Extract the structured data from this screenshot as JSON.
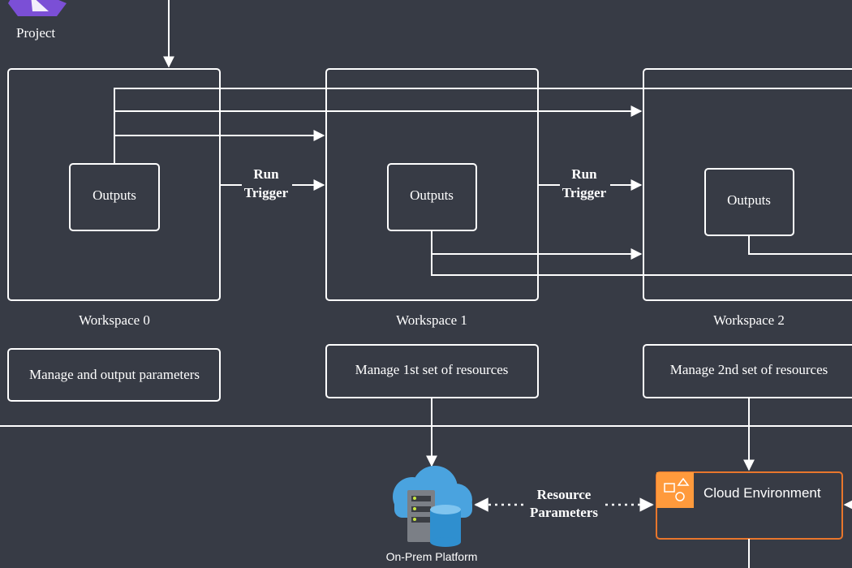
{
  "colors": {
    "background": "#373b45",
    "line": "#ffffff",
    "cloud_env_border": "#e8762c",
    "cloud_icon_fill": "#ff9a3c",
    "project_icon": "#7b4fd6",
    "server_blue": "#4aa3df",
    "server_gray": "#7b7f86"
  },
  "project": {
    "label": "Project",
    "icon": "hexagon-logo-icon"
  },
  "workspaces": [
    {
      "name": "Workspace 0",
      "outputs_label": "Outputs",
      "description": "Manage and output parameters"
    },
    {
      "name": "Workspace 1",
      "outputs_label": "Outputs",
      "description": "Manage 1st set of resources"
    },
    {
      "name": "Workspace 2",
      "outputs_label": "Outputs",
      "description": "Manage 2nd set of resources"
    }
  ],
  "run_trigger": {
    "line1": "Run",
    "line2": "Trigger"
  },
  "resource_parameters": {
    "line1": "Resource",
    "line2": "Parameters"
  },
  "on_prem": {
    "label": "On-Prem Platform",
    "icon": "cloud-server-database-icon"
  },
  "cloud_env": {
    "label": "Cloud Environment",
    "icon": "cloud-shapes-icon"
  }
}
